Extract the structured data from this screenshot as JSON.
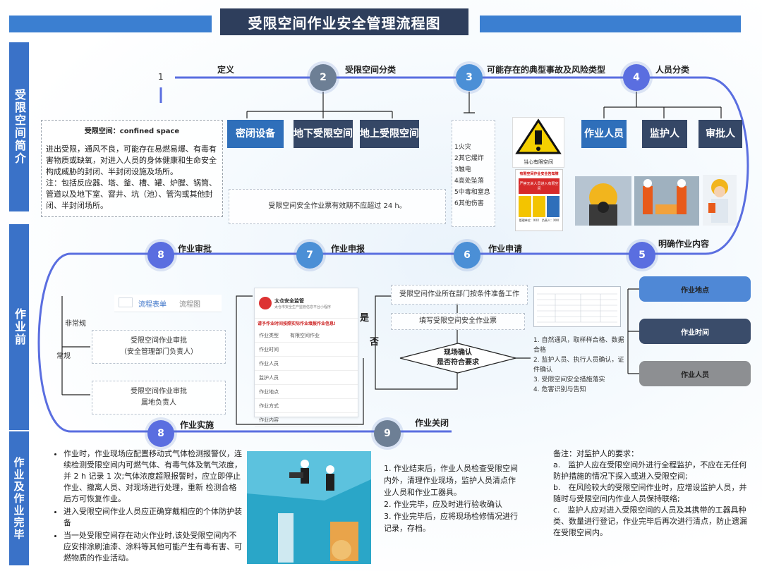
{
  "title": "受限空间作业安全管理流程图",
  "sidebar": {
    "intro": "受限空间简介",
    "before": "作业前",
    "during": "作业及作业完毕"
  },
  "steps": {
    "s1": {
      "num": "1",
      "label": "定义"
    },
    "s2": {
      "num": "2",
      "label": "受限空间分类"
    },
    "s3": {
      "num": "3",
      "label": "可能存在的典型事故及风险类型"
    },
    "s4": {
      "num": "4",
      "label": "人员分类"
    },
    "s5": {
      "num": "5",
      "label": "明确作业内容"
    },
    "s6": {
      "num": "6",
      "label": "作业申请"
    },
    "s7": {
      "num": "7",
      "label": "作业申报"
    },
    "s8a": {
      "num": "8",
      "label": "作业审批"
    },
    "s8b": {
      "num": "8",
      "label": "作业实施"
    },
    "s9": {
      "num": "9",
      "label": "作业关闭"
    }
  },
  "definition": {
    "heading": "受限空间：confined space",
    "body": "进出受限，通风不良，可能存在易燃易爆、有毒有害物质或缺氧，对进入人员的身体健康和生命安全构成威胁的封闭、半封闭设施及场所。",
    "note": "注：包括反应器、塔、釜、槽、罐、炉膛、锅筒、管道以及地下室、窨井、坑（池）、管沟或其他封闭、半封闭场所。"
  },
  "validity_note": "受限空间安全作业票有效期不应超过 24 h。",
  "categories": [
    "密闭设备",
    "地下受限空间",
    "地上受限空间"
  ],
  "risks": [
    "1火灾",
    "2其它爆炸",
    "3触电",
    "4高处坠落",
    "5中毒和窒息",
    "6其他伤害"
  ],
  "warning_sign": {
    "caption": "当心有限空间",
    "board_title": "有限空间作业安全告知牌",
    "board_warn": "严禁无关人员进入有限空间",
    "board_footer": "管理单位：XXX　负责人：XXX"
  },
  "personnel": [
    "作业人员",
    "监护人",
    "审批人"
  ],
  "approval": {
    "tab_active": "流程表单",
    "tab_other": "流程图",
    "abnormal": "非常规",
    "normal": "常规",
    "box1_line1": "受限空间作业审批",
    "box1_line2": "（安全管理部门负责人）",
    "box2_line1": "受限空间作业审批",
    "box2_line2": "属地负责人"
  },
  "declaration": {
    "app_name": "太仓安全监管",
    "app_sub": "太仓市安全生产监管信息平台小程序",
    "form_title": "请予作业时间按照实际作业填报作业信息!",
    "fields": [
      "作业类型",
      "作业时间",
      "作业人员",
      "监护人员",
      "作业地点",
      "作业方式",
      "作业内容"
    ],
    "type_value": "有限空间作业"
  },
  "application": {
    "step1": "受限空间作业所在部门按条件准备工作",
    "step2": "填写受限空间安全作业票",
    "decision_line1": "现场确认",
    "decision_line2": "是否符合要求",
    "yes": "是",
    "no": "否"
  },
  "checks": [
    "1. 自然通风，取样样合格、数据合格",
    "2. 监护人员、执行人员确认，证件确认",
    "3. 受限空间安全措施落实",
    "4. 危害识别与告知"
  ],
  "content_pills": [
    "作业地点",
    "作业时间",
    "作业人员"
  ],
  "implementation": [
    "作业时，作业现场应配置移动式气体检测报警仪，连续检测受限空间内可燃气体、有毒气体及氧气浓度，并 2 h 记录 1 次;气体浓度超限报警时，应立即停止作业、撤离人员、对现场进行处理，重新 检测合格后方可恢复作业。",
    "进入受限空间作业人员应正确穿戴相应的个体防护装备",
    "当一处受限空间存在动火作业时,该处受限空间内不应安排涂刷油漆、涂料等其他可能产生有毒有害、可燃物质的作业活动。"
  ],
  "closing": [
    "1. 作业结束后，作业人员检查受限空间内外，清理作业现场，监护人员清点作业人员和作业工器具。",
    "2. 作业完毕，应及时进行验收确认",
    "3. 作业完毕后，应将现场检修情况进行记录，存档。"
  ],
  "remarks": {
    "title": "备注：对监护人的要求：",
    "items": [
      "a.　监护人应在受限空间外进行全程监护，不应在无任何防护措施的情况下探入或进入受限空间;",
      "b.　在风险较大的受限空间作业时，应增设监护人员，并随时与受限空间内作业人员保持联络;",
      "c.　监护人应对进入受限空间的人员及其携带的工器具种类、数量进行登记，作业完毕后再次进行清点，防止遗漏在受限空间内。"
    ]
  },
  "colors": {
    "sidebar": "#3a72c8",
    "title_bg": "#2e3e5c",
    "dark_box": "#354766",
    "blue_box": "#2f6fba",
    "flow_line": "#5a6ee0"
  }
}
